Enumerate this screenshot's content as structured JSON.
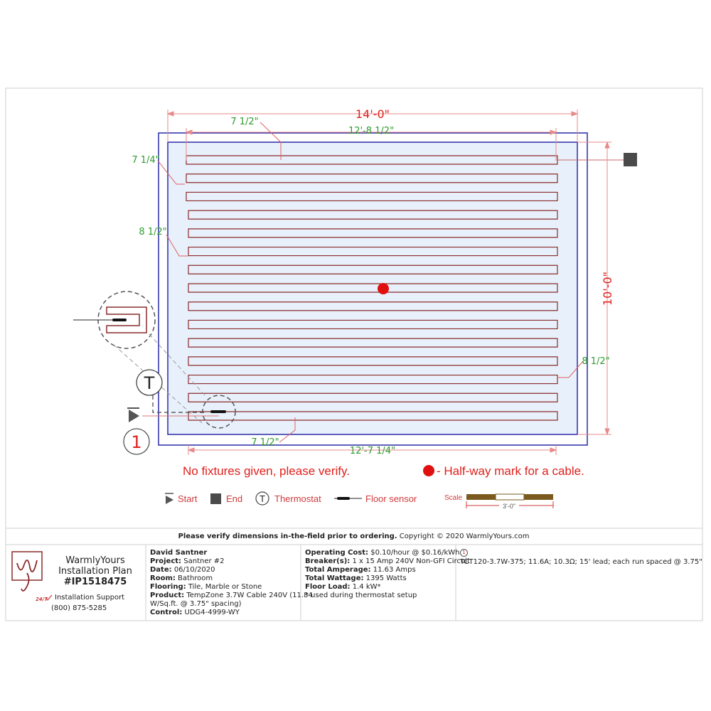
{
  "drawing": {
    "dim_width": "14'-0\"",
    "dim_height": "10'-0\"",
    "dim_top_inner": "12'-8 1/2\"",
    "dim_bottom_inner": "12'-7 1/4\"",
    "dim_top_offset": "7 1/2\"",
    "dim_left_top": "7 1/4\"",
    "dim_left_mid": "8 1/2\"",
    "dim_right": "8 1/2\"",
    "dim_bottom_offset": "7 1/2\"",
    "thermostat_letter": "T",
    "circuit_number": "1",
    "run_count": 15
  },
  "notes": {
    "fixtures": "No fixtures given, please verify.",
    "halfway": "- Half-way mark for a cable."
  },
  "legend": {
    "start": "Start",
    "end": "End",
    "thermostat": "Thermostat",
    "floor_sensor": "Floor sensor",
    "scale_label": "Scale",
    "scale_value": "3'-0\"",
    "thermostat_letter": "T"
  },
  "colors": {
    "room_outline": "#2a2aa8",
    "floor_fill": "#e8f1fb",
    "cable": "#8a2a2a",
    "dimension_red": "#e0201c",
    "dimension_green": "#2e9a2e",
    "halfway_dot": "#e01010"
  },
  "footer": {
    "verify_bold": "Please verify dimensions in-the-field prior to ordering.",
    "copyright": "Copyright © 2020 WarmlyYours.com",
    "brand_line1": "WarmlyYours",
    "brand_line2": "Installation Plan",
    "plan_id": "#IP1518475",
    "support_badge": "24/7",
    "support_label": "Installation Support",
    "support_phone": "(800) 875-5285",
    "customer": {
      "name": "David Santner",
      "project_label": "Project:",
      "project": "Santner #2",
      "date_label": "Date:",
      "date": "06/10/2020",
      "room_label": "Room:",
      "room": "Bathroom",
      "flooring_label": "Flooring:",
      "flooring": "Tile, Marble or Stone",
      "product_label": "Product:",
      "product_1": "TempZone 3.7W Cable 240V (11.84",
      "product_2": "W/Sq.ft. @ 3.75\" spacing)",
      "control_label": "Control:",
      "control": "UDG4-4999-WY"
    },
    "specs": {
      "cost_label": "Operating Cost:",
      "cost": "$0.10/hour @ $0.16/kWh",
      "breaker_label": "Breaker(s):",
      "breaker": "1 x 15 Amp 240V Non-GFI Circuit",
      "amperage_label": "Total Amperage:",
      "amperage": "11.63 Amps",
      "wattage_label": "Total Wattage:",
      "wattage": "1395 Watts",
      "load_label": "Floor Load:",
      "load": "1.4 kW*",
      "note": "* used during thermostat setup"
    },
    "circuit": {
      "number": "1",
      "text": "TCT120-3.7W-375; 11.6A; 10.3Ω; 15' lead; each run spaced @ 3.75\""
    }
  }
}
